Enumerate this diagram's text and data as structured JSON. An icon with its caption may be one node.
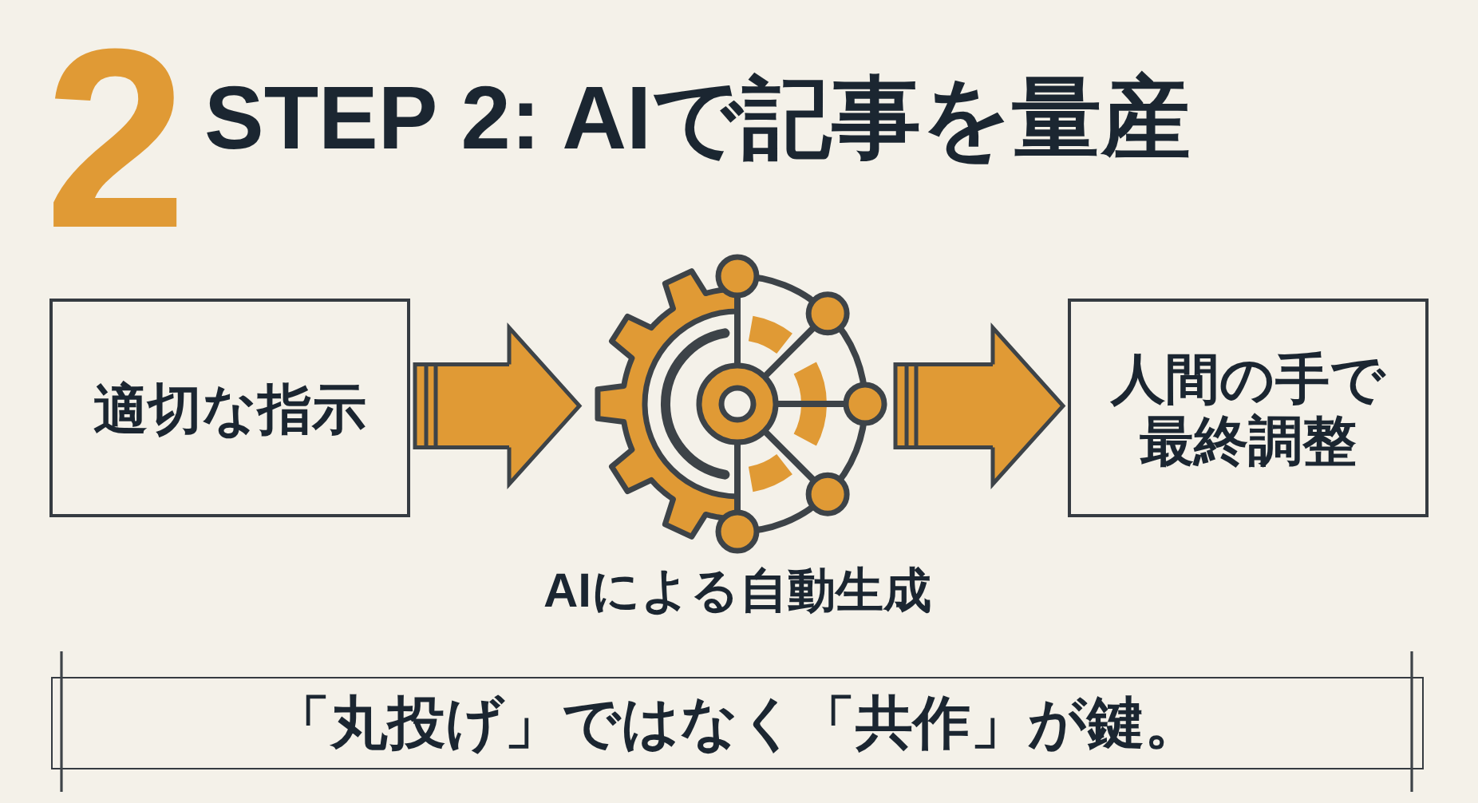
{
  "diagram": {
    "title": "STEP 2: AIで記事を量産",
    "nodes": [
      {
        "text": [
          "適切な指示"
        ]
      },
      {
        "text": [],
        "shape": "picture",
        "beside": [
          "AIによる自動生成"
        ]
      },
      {
        "text": [
          "人間の手で最終調整"
        ]
      },
      {
        "text": [
          "「丸投げ」ではなく「共作」が鍵。"
        ]
      }
    ],
    "edges": [
      {
        "from": 0,
        "to": 1,
        "arrow": "to"
      },
      {
        "from": 1,
        "to": 2,
        "arrow": "to"
      }
    ],
    "labels": [
      "2"
    ]
  }
}
